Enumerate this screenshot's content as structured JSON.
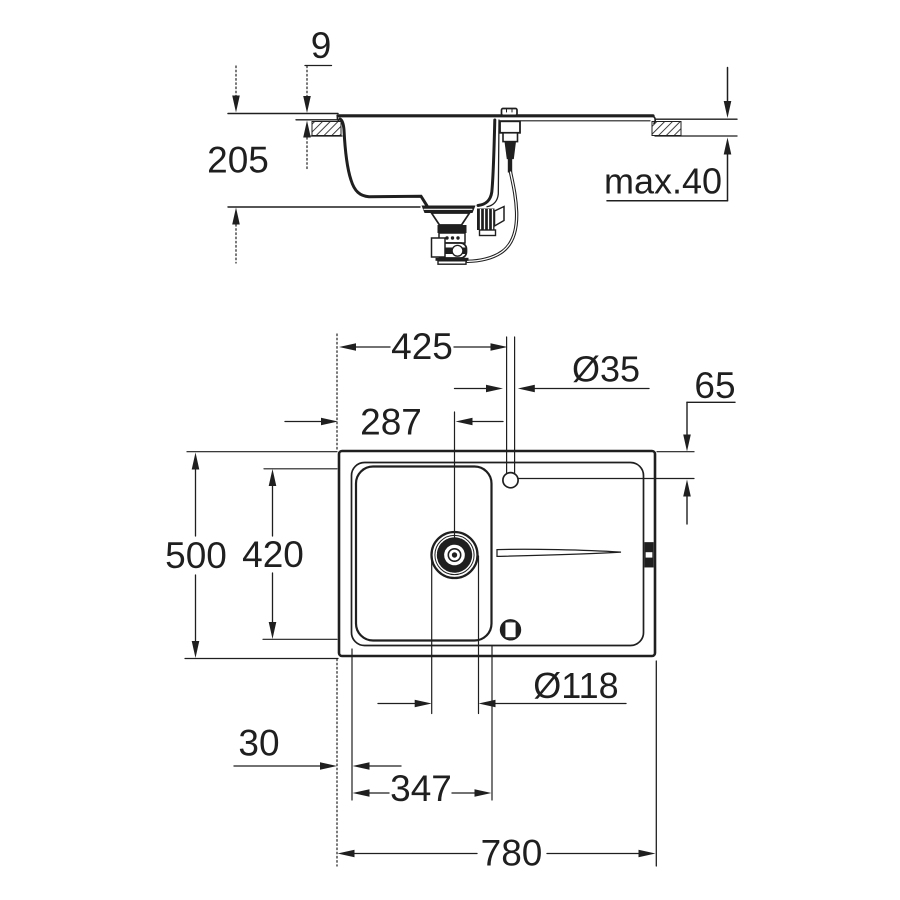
{
  "drawing": {
    "background": "#ffffff",
    "line_color": "#1f1f1f",
    "views": {
      "section": {
        "title": "side-section-view",
        "dimensions": {
          "rim_height": "9",
          "bowl_depth": "205",
          "max_worktop_thickness": "max.40"
        }
      },
      "plan": {
        "title": "top-plan-view",
        "dimensions": {
          "tap_hole_from_left_edge": "425",
          "tap_hole_diameter": "Ø35",
          "tap_hole_from_rear_edge": "65",
          "drain_center_from_left_edge": "287",
          "overall_depth": "500",
          "bowl_inner_depth": "420",
          "drain_diameter": "Ø118",
          "edge_to_bowl": "30",
          "bowl_inner_width": "347",
          "overall_width": "780"
        }
      }
    }
  }
}
